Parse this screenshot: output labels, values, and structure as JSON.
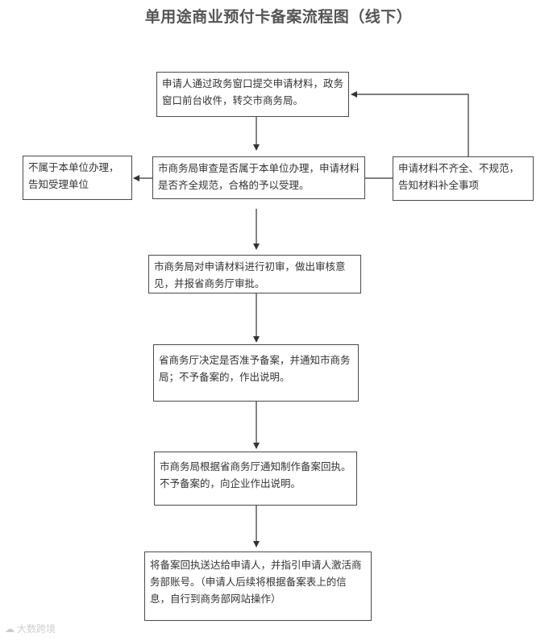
{
  "title": "单用途商业预付卡备案流程图（线下）",
  "steps": {
    "submit": "申请人通过政务窗口提交申请材料，政务窗口前台收件，转交市商务局。",
    "review": "市商务局审查是否属于本单位办理，申请材料是否齐全规范，合格的予以受理。",
    "reject": "不属于本单位办理，告知受理单位",
    "incomplete": "申请材料不齐全、不规范，告知材料补全事项",
    "initial_review": "市商务局对申请材料进行初审，做出审核意见，并报省商务厅审批。",
    "decision": "省商务厅决定是否准予备案，并通知市商务局；不予备案的，作出说明。",
    "receipt": "市商务局根据省商务厅通知制作备案回执。不予备案的，向企业作出说明。",
    "deliver": "将备案回执送达给申请人，并指引申请人激活商务部账号。（申请人后续将根据备案表上的信息，自行到商务部网站操作）"
  },
  "watermark": "大数跨境"
}
